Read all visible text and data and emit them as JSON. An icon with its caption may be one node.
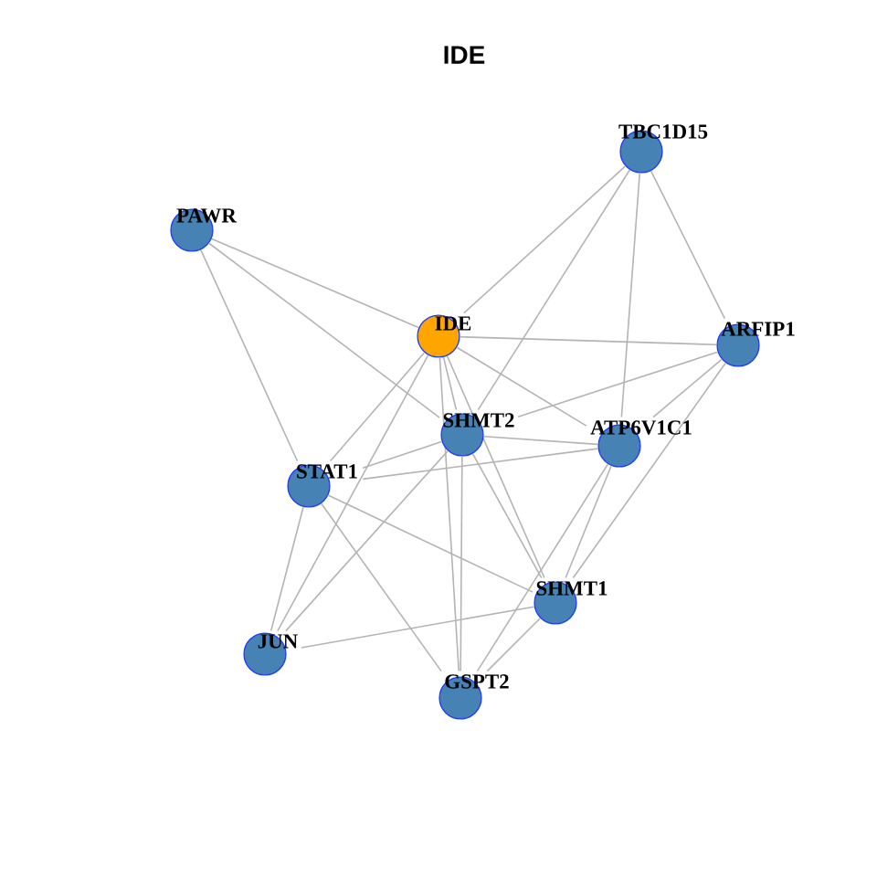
{
  "diagram": {
    "title": "IDE",
    "nodes": [
      {
        "text": [
          "TBC1D15"
        ]
      },
      {
        "text": [
          "PAWR"
        ]
      },
      {
        "text": [
          "IDE"
        ]
      },
      {
        "text": [
          "ARFIP1"
        ]
      },
      {
        "text": [
          "SHMT2"
        ]
      },
      {
        "text": [
          "ATP6V1C1"
        ]
      },
      {
        "text": [
          "STAT1"
        ]
      },
      {
        "text": [
          "SHMT1"
        ]
      },
      {
        "text": [
          "JUN"
        ]
      },
      {
        "text": [
          "GSPT2"
        ]
      }
    ],
    "edges": [
      {
        "from": 2,
        "to": 0,
        "arrow": "none"
      },
      {
        "from": 2,
        "to": 1,
        "arrow": "none"
      },
      {
        "from": 2,
        "to": 3,
        "arrow": "none"
      },
      {
        "from": 2,
        "to": 4,
        "arrow": "none"
      },
      {
        "from": 2,
        "to": 5,
        "arrow": "none"
      },
      {
        "from": 2,
        "to": 6,
        "arrow": "none"
      },
      {
        "from": 2,
        "to": 7,
        "arrow": "none"
      },
      {
        "from": 2,
        "to": 8,
        "arrow": "none"
      },
      {
        "from": 2,
        "to": 9,
        "arrow": "none"
      },
      {
        "from": 0,
        "to": 4,
        "arrow": "none"
      },
      {
        "from": 0,
        "to": 5,
        "arrow": "none"
      },
      {
        "from": 0,
        "to": 3,
        "arrow": "none"
      },
      {
        "from": 1,
        "to": 4,
        "arrow": "none"
      },
      {
        "from": 1,
        "to": 6,
        "arrow": "none"
      },
      {
        "from": 3,
        "to": 4,
        "arrow": "none"
      },
      {
        "from": 3,
        "to": 5,
        "arrow": "none"
      },
      {
        "from": 3,
        "to": 7,
        "arrow": "none"
      },
      {
        "from": 4,
        "to": 5,
        "arrow": "none"
      },
      {
        "from": 4,
        "to": 6,
        "arrow": "none"
      },
      {
        "from": 4,
        "to": 8,
        "arrow": "none"
      },
      {
        "from": 4,
        "to": 9,
        "arrow": "none"
      },
      {
        "from": 4,
        "to": 7,
        "arrow": "none"
      },
      {
        "from": 5,
        "to": 6,
        "arrow": "none"
      },
      {
        "from": 5,
        "to": 7,
        "arrow": "none"
      },
      {
        "from": 5,
        "to": 9,
        "arrow": "none"
      },
      {
        "from": 6,
        "to": 8,
        "arrow": "none"
      },
      {
        "from": 6,
        "to": 7,
        "arrow": "none"
      },
      {
        "from": 6,
        "to": 9,
        "arrow": "none"
      },
      {
        "from": 8,
        "to": 7,
        "arrow": "none"
      },
      {
        "from": 7,
        "to": 9,
        "arrow": "none"
      }
    ]
  }
}
